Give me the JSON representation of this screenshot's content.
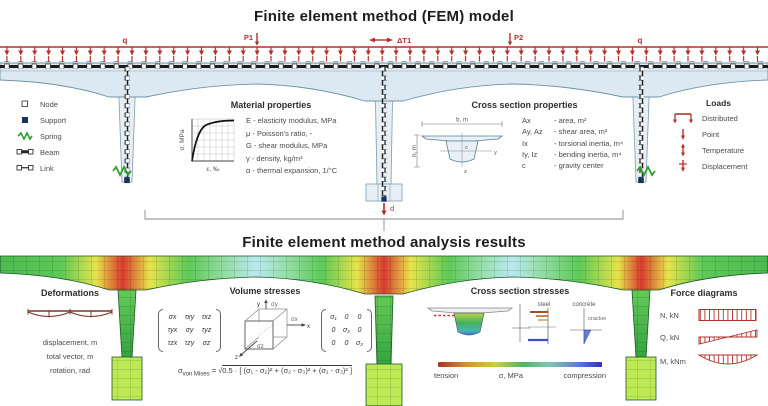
{
  "colors": {
    "load_red": "#b2312b",
    "spring_green": "#2da12e",
    "support_navy": "#16355e",
    "deck_fill": "#dce8f2",
    "deck_outline": "#6f93a8",
    "contour_green": "#4cba50",
    "contour_yellow": "#e6e44a",
    "contour_red": "#d93a2f",
    "contour_lightblue": "#b9e9f1",
    "foundation_green": "#bdea55",
    "deformation_brown": "#7c352b",
    "tension_red": "#a63528",
    "compression_blue": "#2e2ec0"
  },
  "model": {
    "title": "Finite element method (FEM) model",
    "load_labels": {
      "q_left": "q",
      "p1": "P1",
      "dt1": "ΔT1",
      "p2": "P2",
      "q_right": "q",
      "d": "d"
    }
  },
  "element_legend": {
    "items": [
      {
        "label": "Node"
      },
      {
        "label": "Support"
      },
      {
        "label": "Spring"
      },
      {
        "label": "Beam"
      },
      {
        "label": "Link"
      }
    ]
  },
  "material_properties": {
    "title": "Material properties",
    "graph": {
      "ylabel": "σ, MPa",
      "xlabel": "ε, ‰"
    },
    "rows": [
      "E - elasticity modulus, MPa",
      "μ - Poisson's ratio, -",
      "G - shear modulus, MPa",
      "γ - density, kg/m³",
      "α - thermal expansion, 1/°C"
    ]
  },
  "cross_section_properties": {
    "title": "Cross section properties",
    "diagram": {
      "width_dim": "b, m",
      "height_dim": "h, m",
      "axis_y": "y",
      "axis_z": "z",
      "centroid": "c"
    },
    "rows": [
      {
        "sym": "Ax",
        "desc": "- area, m²"
      },
      {
        "sym": "Ay, Az",
        "desc": "- shear area, m²"
      },
      {
        "sym": "Ix",
        "desc": "- torsional inertia, m⁴"
      },
      {
        "sym": "Iy, Iz",
        "desc": "- bending inertia, m⁴"
      },
      {
        "sym": "c",
        "desc": "- gravity center"
      }
    ]
  },
  "loads_legend": {
    "title": "Loads",
    "items": [
      {
        "label": "Distributed"
      },
      {
        "label": "Point"
      },
      {
        "label": "Temperature"
      },
      {
        "label": "Displacement"
      }
    ]
  },
  "results": {
    "title": "Finite element method analysis results",
    "deformations": {
      "title": "Deformations",
      "rows": [
        "displacement, m",
        "total vector, m",
        "rotation, rad"
      ]
    },
    "volume_stresses": {
      "title": "Volume stresses",
      "tensor": [
        [
          "σx",
          "τxy",
          "τxz"
        ],
        [
          "τyx",
          "σy",
          "τyz"
        ],
        [
          "τzx",
          "τzy",
          "σz"
        ]
      ],
      "principal": [
        [
          "σ₁",
          "0",
          "0"
        ],
        [
          "0",
          "σ₂",
          "0"
        ],
        [
          "0",
          "0",
          "σ₃"
        ]
      ],
      "cube": {
        "axis_x": "x",
        "axis_y": "y",
        "axis_z": "z",
        "sigma_x": "σx",
        "sigma_y": "σy",
        "sigma_z": "σz"
      },
      "formula": {
        "sigma": "σ",
        "sub": "von Mises",
        "eq": "=",
        "sqrt": "√",
        "radicand": "0.5 · [ (σ₁ - σ₂)² + (σ₂ - σ₃)² + (σ₁ - σ₃)² ]"
      }
    },
    "cross_section_stresses": {
      "title": "Cross section stresses",
      "labels": {
        "steel": "steel",
        "concrete": "concrete",
        "cracked": "cracked"
      },
      "scale": {
        "tension": "tension",
        "axis": "σ, MPa",
        "compression": "compression"
      }
    },
    "force_diagrams": {
      "title": "Force diagrams",
      "items": [
        {
          "label": "N, kN"
        },
        {
          "label": "Q, kN"
        },
        {
          "label": "M, kNm"
        }
      ]
    }
  }
}
